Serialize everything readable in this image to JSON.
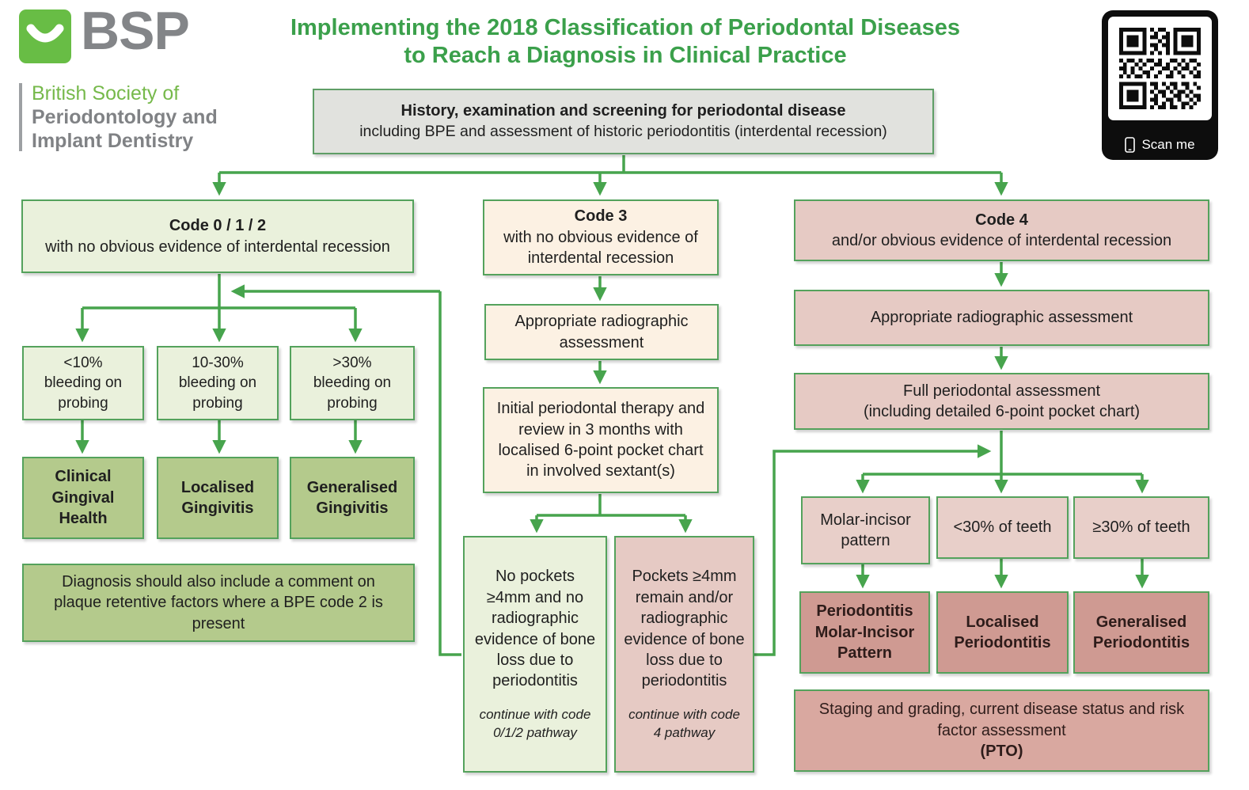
{
  "brand": {
    "logo": "BSP",
    "org_lines": [
      "British Society of",
      "Periodontology and",
      "Implant Dentistry"
    ]
  },
  "header": {
    "title_line1": "Implementing the 2018 Classification of Periodontal Diseases",
    "title_line2": "to Reach a Diagnosis in Clinical Practice"
  },
  "qr": {
    "label": "Scan me"
  },
  "colors": {
    "arrow_green": "#47a44d",
    "border_green": "#54a25c",
    "title_green": "#3ba04b",
    "light_green": "#eaf1dc",
    "mid_green": "#b4ca8c",
    "cream": "#fcf1e3",
    "pink": "#e6cac4",
    "light_pink": "#e8cfc9",
    "dark_pink": "#cf9a92",
    "staging_pink": "#d9a8a0"
  },
  "flow": {
    "history": {
      "heading": "History, examination and screening for periodontal disease",
      "sub": "including BPE and assessment of historic periodontitis (interdental recession)"
    },
    "code012": {
      "heading": "Code 0 / 1 / 2",
      "sub": "with no obvious evidence of interdental recession"
    },
    "code3": {
      "heading": "Code 3",
      "sub": "with no obvious evidence of\ninterdental recession"
    },
    "code4": {
      "heading": "Code 4",
      "sub": "and/or obvious evidence of interdental recession"
    },
    "bleeding": [
      "<10%\nbleeding on\nprobing",
      "10-30%\nbleeding on\nprobing",
      ">30%\nbleeding on\nprobing"
    ],
    "gingival_outcomes": [
      "Clinical\nGingival\nHealth",
      "Localised\nGingivitis",
      "Generalised\nGingivitis"
    ],
    "plaque_note": "Diagnosis should also include a comment on plaque retentive factors where a BPE code 2 is present",
    "radiographic_mid": "Appropriate radiographic\nassessment",
    "initial_therapy": "Initial periodontal therapy and review in 3 months with localised 6-point pocket chart in involved sextant(s)",
    "no_pockets": {
      "main": "No pockets ≥4mm and no radiographic evidence of bone loss due to periodontitis",
      "note": "continue with code 0/1/2 pathway"
    },
    "pockets_remain": {
      "main": "Pockets ≥4mm remain and/or radiographic evidence of bone loss due to periodontitis",
      "note": "continue with code 4 pathway"
    },
    "radiographic_right": "Appropriate radiographic assessment",
    "full_perio": "Full periodontal assessment\n(including detailed 6-point pocket chart)",
    "extent": [
      "Molar-incisor\npattern",
      "<30% of teeth",
      "≥30% of teeth"
    ],
    "perio_outcomes": [
      "Periodontitis\nMolar-Incisor\nPattern",
      "Localised\nPeriodontitis",
      "Generalised\nPeriodontitis"
    ],
    "staging": {
      "main": "Staging and grading, current disease status and risk factor assessment",
      "pto": "(PTO)"
    }
  }
}
